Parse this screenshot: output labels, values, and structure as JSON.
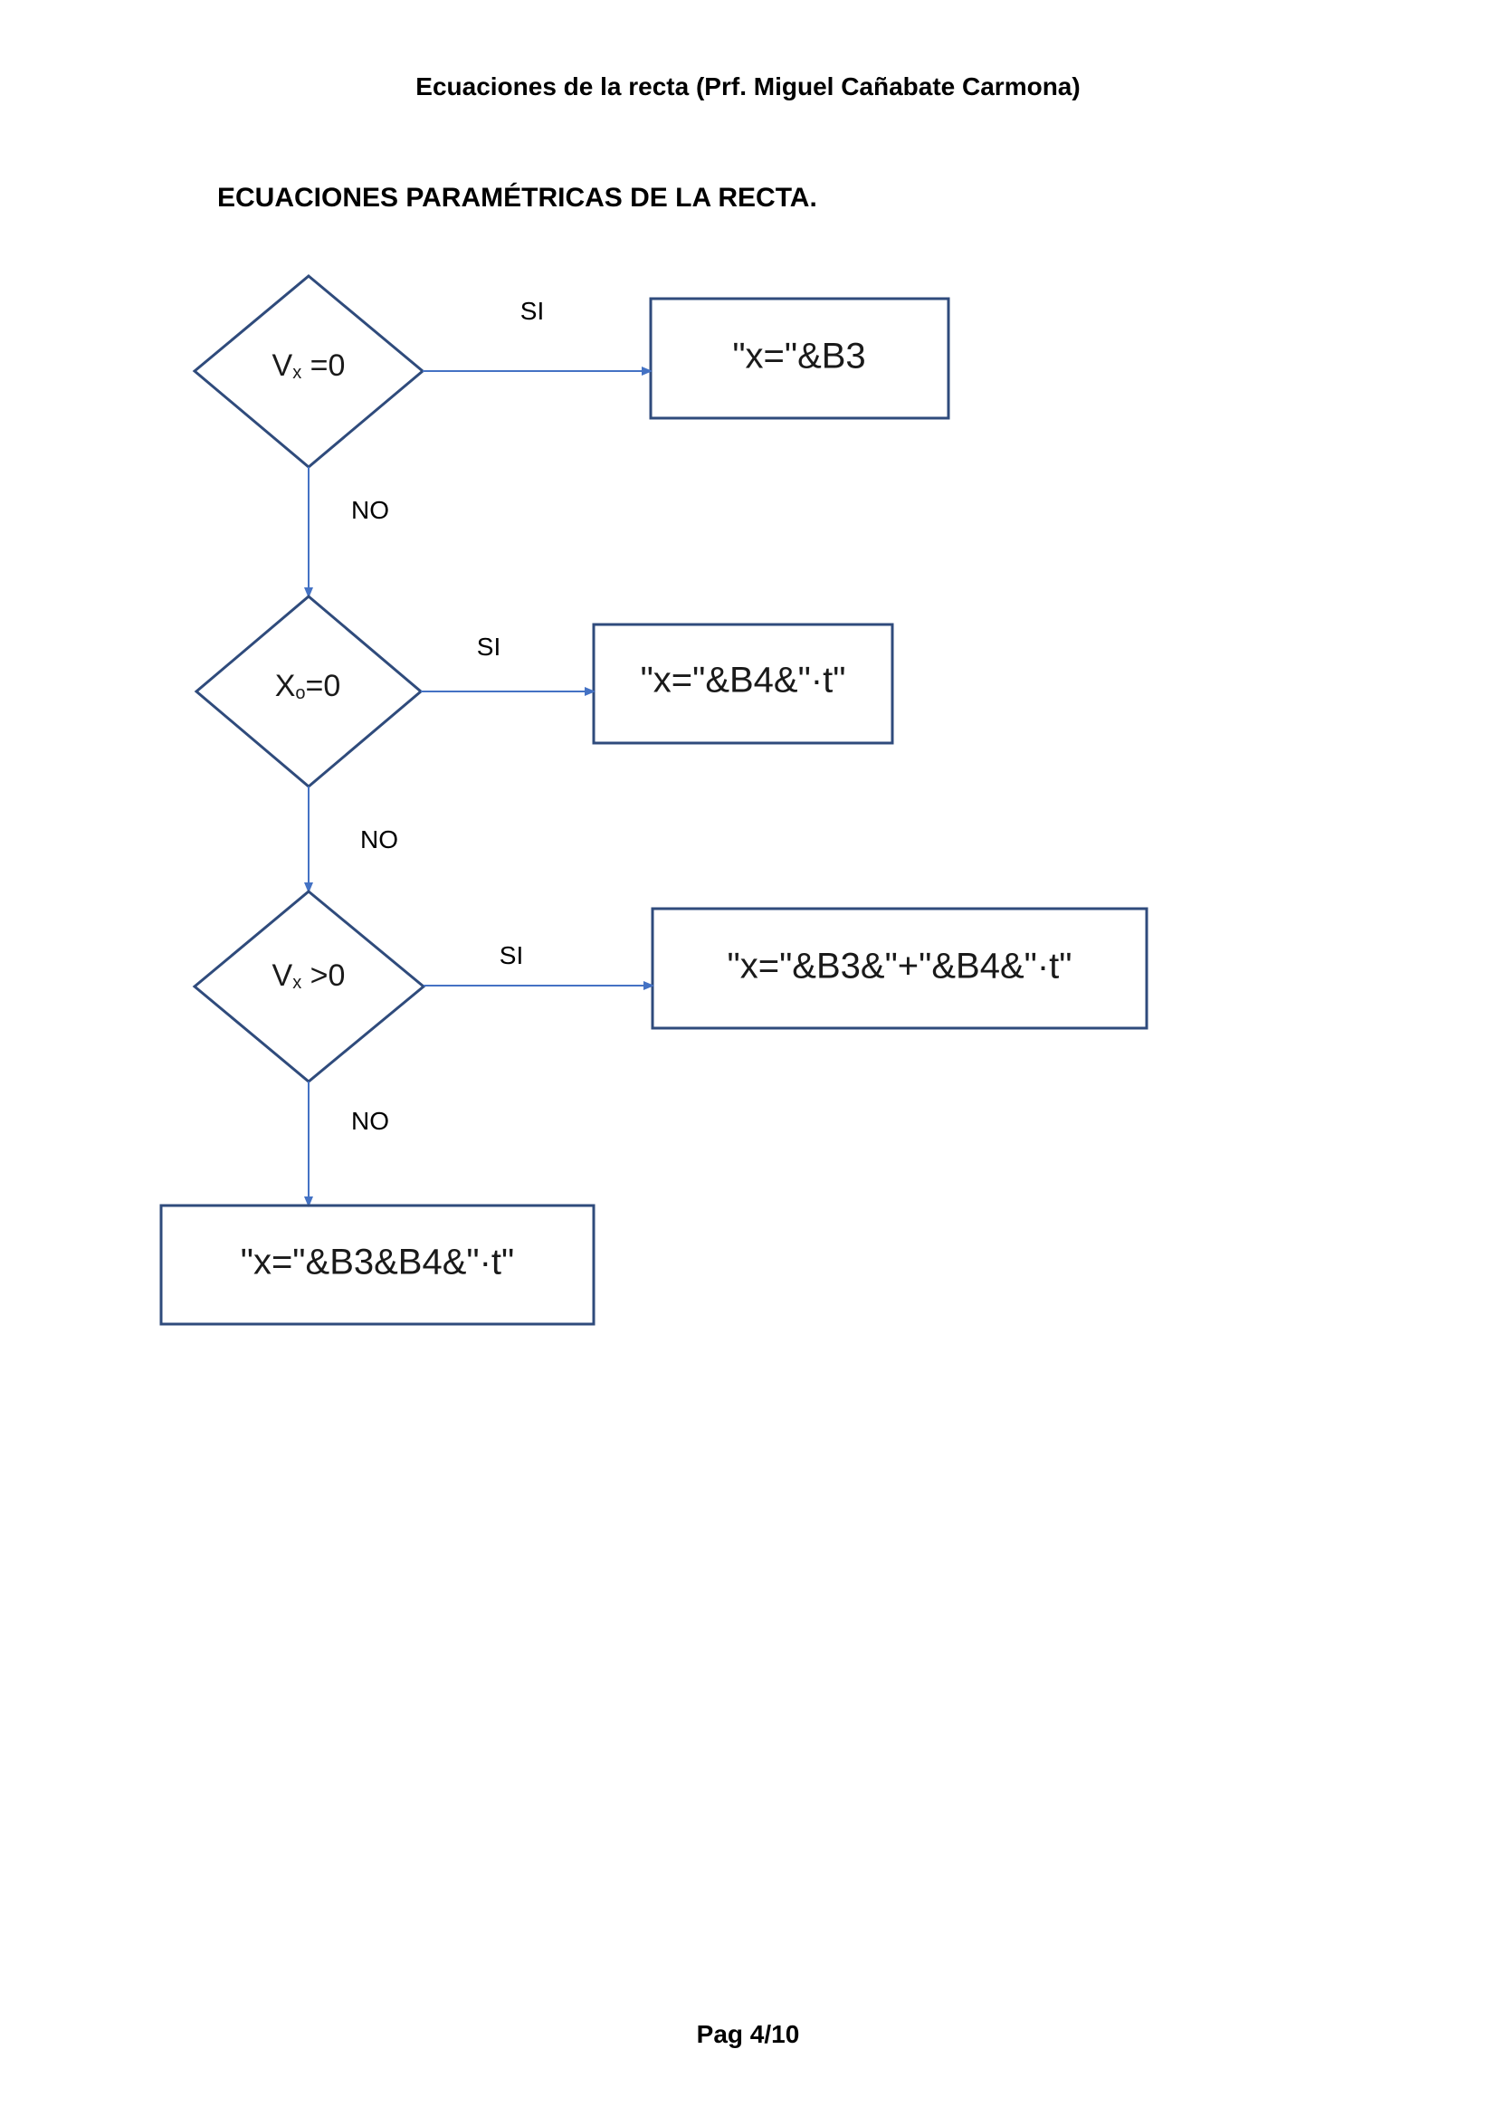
{
  "header": {
    "title": "Ecuaciones de la recta (Prf. Miguel Cañabate Carmona)"
  },
  "section_title": "ECUACIONES PARAMÉTRICAS DE LA RECTA.",
  "colors": {
    "diagram_stroke": "#2f4b7c",
    "arrow": "#4472c4"
  },
  "flowchart": {
    "decisions": [
      {
        "main": "V",
        "sub": "x",
        "rest": " =0"
      },
      {
        "main": "X",
        "sub": "o",
        "rest": "=0"
      },
      {
        "main": "V",
        "sub": "x",
        "rest": " >0"
      }
    ],
    "results": [
      "\"x=\"&B3",
      "\"x=\"&B4&\"·t\"",
      "\"x=\"&B3&\"+\"&B4&\"·t\"",
      "\"x=\"&B3&B4&\"·t\""
    ],
    "yes_label": "SI",
    "no_label": "NO"
  },
  "footer": {
    "page": "Pag 4/10"
  }
}
